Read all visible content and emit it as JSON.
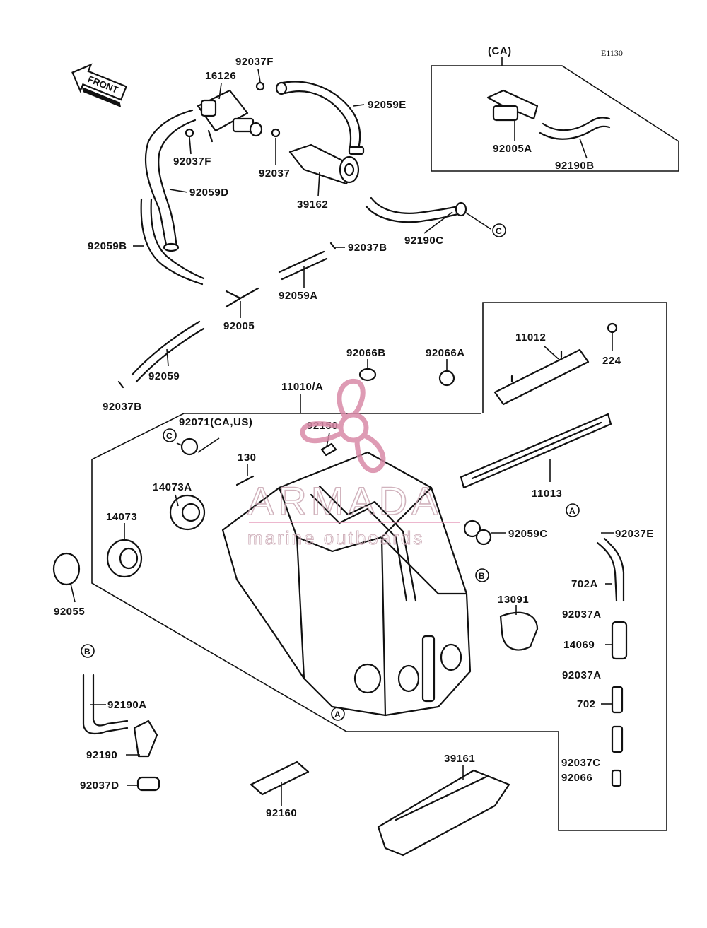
{
  "diagram": {
    "code": "E1130",
    "front_label": "FRONT",
    "ca_box_label": "(CA)",
    "watermark": {
      "brand": "ARMADA",
      "tagline": "marine outboards"
    },
    "callouts": {
      "A": "A",
      "B": "B",
      "C": "C"
    },
    "parts": [
      "92037F",
      "16126",
      "92059E",
      "92037F",
      "92037",
      "39162",
      "92059D",
      "92059B",
      "92037B",
      "92059A",
      "92005",
      "92059",
      "92037B",
      "92190C",
      "92005A",
      "92190B",
      "11012",
      "224",
      "92066B",
      "92066A",
      "11010/A",
      "92071(CA,US)",
      "92150",
      "130",
      "14073A",
      "14073",
      "92055",
      "11013",
      "92037E",
      "92059C",
      "702A",
      "13091",
      "92037A",
      "14069",
      "92037A",
      "702",
      "92037C",
      "92066",
      "92190A",
      "92190",
      "92037D",
      "92160",
      "39161"
    ]
  }
}
